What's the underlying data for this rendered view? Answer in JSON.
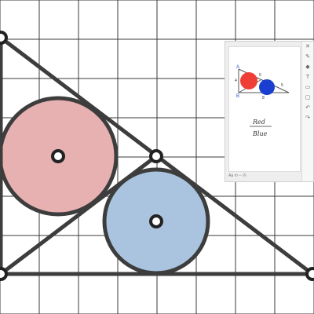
{
  "diagram": {
    "grid_color": "#3a3a3a",
    "line_color": "#3d3d3d",
    "circle_red_fill": "#e8b1b1",
    "circle_blue_fill": "#aac4e0"
  },
  "thumbnail": {
    "label_A": "A",
    "label_B": "B",
    "label_top": "5",
    "label_left": "4",
    "label_right": "5",
    "label_bottom": "8",
    "red_fill": "#ef3e36",
    "blue_fill": "#1a3fd0",
    "handwriting": [
      "Red",
      "Blue"
    ],
    "toolbar_icons": [
      "settings-icon",
      "pen-icon",
      "shapes-icon",
      "text-icon",
      "ruler-icon",
      "eraser-icon",
      "undo-icon",
      "redo-icon"
    ],
    "bottom_bar_text": "Aa  ⟲  ◦◦  Ⓐ"
  }
}
